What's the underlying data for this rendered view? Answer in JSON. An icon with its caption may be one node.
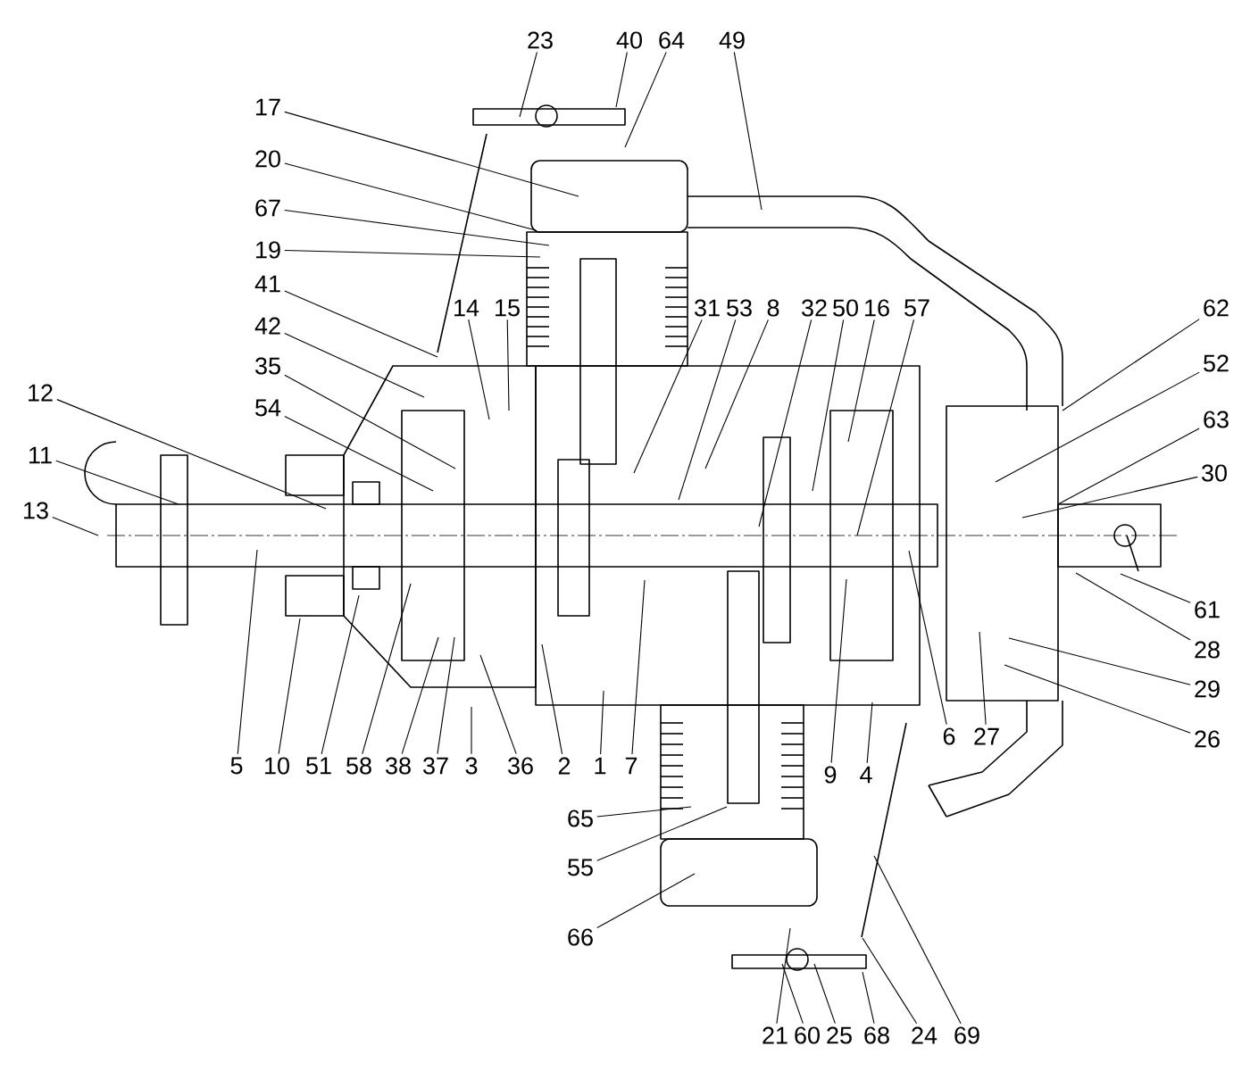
{
  "diagram": {
    "nodes": [
      {
        "text": [
          "23"
        ]
      },
      {
        "text": [
          "40"
        ]
      },
      {
        "text": [
          "64"
        ]
      },
      {
        "text": [
          "49"
        ]
      },
      {
        "text": [
          "17"
        ]
      },
      {
        "text": [
          "20"
        ]
      },
      {
        "text": [
          "67"
        ]
      },
      {
        "text": [
          "19"
        ]
      },
      {
        "text": [
          "41"
        ]
      },
      {
        "text": [
          "42"
        ]
      },
      {
        "text": [
          "35"
        ]
      },
      {
        "text": [
          "54"
        ]
      },
      {
        "text": [
          "12"
        ]
      },
      {
        "text": [
          "11"
        ]
      },
      {
        "text": [
          "13"
        ]
      },
      {
        "text": [
          "14"
        ]
      },
      {
        "text": [
          "15"
        ]
      },
      {
        "text": [
          "31"
        ]
      },
      {
        "text": [
          "53"
        ]
      },
      {
        "text": [
          "8"
        ]
      },
      {
        "text": [
          "32"
        ]
      },
      {
        "text": [
          "50"
        ]
      },
      {
        "text": [
          "16"
        ]
      },
      {
        "text": [
          "57"
        ]
      },
      {
        "text": [
          "62"
        ]
      },
      {
        "text": [
          "52"
        ]
      },
      {
        "text": [
          "63"
        ]
      },
      {
        "text": [
          "30"
        ]
      },
      {
        "text": [
          "61"
        ]
      },
      {
        "text": [
          "28"
        ]
      },
      {
        "text": [
          "29"
        ]
      },
      {
        "text": [
          "26"
        ]
      },
      {
        "text": [
          "5"
        ]
      },
      {
        "text": [
          "10"
        ]
      },
      {
        "text": [
          "51"
        ]
      },
      {
        "text": [
          "58"
        ]
      },
      {
        "text": [
          "38"
        ]
      },
      {
        "text": [
          "37"
        ]
      },
      {
        "text": [
          "3"
        ]
      },
      {
        "text": [
          "36"
        ]
      },
      {
        "text": [
          "2"
        ]
      },
      {
        "text": [
          "1"
        ]
      },
      {
        "text": [
          "7"
        ]
      },
      {
        "text": [
          "9"
        ]
      },
      {
        "text": [
          "4"
        ]
      },
      {
        "text": [
          "6"
        ]
      },
      {
        "text": [
          "27"
        ]
      },
      {
        "text": [
          "65"
        ]
      },
      {
        "text": [
          "55"
        ]
      },
      {
        "text": [
          "66"
        ]
      },
      {
        "text": [
          "21"
        ]
      },
      {
        "text": [
          "60"
        ]
      },
      {
        "text": [
          "25"
        ]
      },
      {
        "text": [
          "68"
        ]
      },
      {
        "text": [
          "24"
        ]
      },
      {
        "text": [
          "69"
        ]
      }
    ],
    "edges": [
      {
        "from": 0,
        "to": null,
        "arrow": "none"
      },
      {
        "from": 1,
        "to": null,
        "arrow": "none"
      },
      {
        "from": 2,
        "to": null,
        "arrow": "none"
      },
      {
        "from": 3,
        "to": null,
        "arrow": "none"
      },
      {
        "from": 4,
        "to": null,
        "arrow": "none"
      },
      {
        "from": 5,
        "to": null,
        "arrow": "none"
      },
      {
        "from": 6,
        "to": null,
        "arrow": "none"
      },
      {
        "from": 7,
        "to": null,
        "arrow": "none"
      },
      {
        "from": 8,
        "to": null,
        "arrow": "none"
      },
      {
        "from": 9,
        "to": null,
        "arrow": "none"
      },
      {
        "from": 10,
        "to": null,
        "arrow": "none"
      },
      {
        "from": 11,
        "to": null,
        "arrow": "none"
      },
      {
        "from": 12,
        "to": null,
        "arrow": "none"
      },
      {
        "from": 13,
        "to": null,
        "arrow": "none"
      },
      {
        "from": 14,
        "to": null,
        "arrow": "none"
      },
      {
        "from": 15,
        "to": null,
        "arrow": "none"
      },
      {
        "from": 16,
        "to": null,
        "arrow": "none"
      },
      {
        "from": 17,
        "to": null,
        "arrow": "none"
      },
      {
        "from": 18,
        "to": null,
        "arrow": "none"
      },
      {
        "from": 19,
        "to": null,
        "arrow": "none"
      },
      {
        "from": 20,
        "to": null,
        "arrow": "none"
      },
      {
        "from": 21,
        "to": null,
        "arrow": "none"
      },
      {
        "from": 22,
        "to": null,
        "arrow": "none"
      },
      {
        "from": 23,
        "to": null,
        "arrow": "none"
      },
      {
        "from": 24,
        "to": null,
        "arrow": "none"
      },
      {
        "from": 25,
        "to": null,
        "arrow": "none"
      },
      {
        "from": 26,
        "to": null,
        "arrow": "none"
      },
      {
        "from": 27,
        "to": null,
        "arrow": "none"
      },
      {
        "from": 28,
        "to": null,
        "arrow": "none"
      },
      {
        "from": 29,
        "to": null,
        "arrow": "none"
      },
      {
        "from": 30,
        "to": null,
        "arrow": "none"
      },
      {
        "from": 31,
        "to": null,
        "arrow": "none"
      },
      {
        "from": 32,
        "to": null,
        "arrow": "none"
      },
      {
        "from": 33,
        "to": null,
        "arrow": "none"
      },
      {
        "from": 34,
        "to": null,
        "arrow": "none"
      },
      {
        "from": 35,
        "to": null,
        "arrow": "none"
      },
      {
        "from": 36,
        "to": null,
        "arrow": "none"
      },
      {
        "from": 37,
        "to": null,
        "arrow": "none"
      },
      {
        "from": 38,
        "to": null,
        "arrow": "none"
      },
      {
        "from": 39,
        "to": null,
        "arrow": "none"
      },
      {
        "from": 40,
        "to": null,
        "arrow": "none"
      },
      {
        "from": 41,
        "to": null,
        "arrow": "none"
      },
      {
        "from": 42,
        "to": null,
        "arrow": "none"
      },
      {
        "from": 43,
        "to": null,
        "arrow": "none"
      },
      {
        "from": 44,
        "to": null,
        "arrow": "none"
      },
      {
        "from": 45,
        "to": null,
        "arrow": "none"
      },
      {
        "from": 46,
        "to": null,
        "arrow": "none"
      },
      {
        "from": 47,
        "to": null,
        "arrow": "none"
      },
      {
        "from": 48,
        "to": null,
        "arrow": "none"
      },
      {
        "from": 49,
        "to": null,
        "arrow": "none"
      },
      {
        "from": 50,
        "to": null,
        "arrow": "none"
      },
      {
        "from": 51,
        "to": null,
        "arrow": "none"
      },
      {
        "from": 52,
        "to": null,
        "arrow": "none"
      },
      {
        "from": 53,
        "to": null,
        "arrow": "none"
      },
      {
        "from": 54,
        "to": null,
        "arrow": "none"
      },
      {
        "from": 55,
        "to": null,
        "arrow": "none"
      }
    ]
  }
}
